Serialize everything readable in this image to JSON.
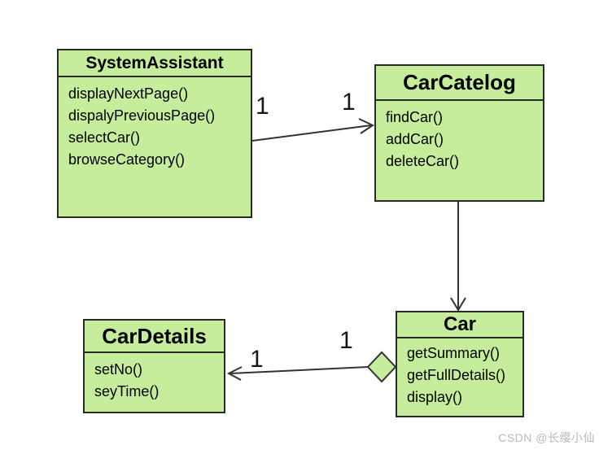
{
  "diagram": {
    "classes": {
      "system_assistant": {
        "title": "SystemAssistant",
        "methods": [
          "displayNextPage()",
          "dispalyPreviousPage()",
          "selectCar()",
          "browseCategory()"
        ]
      },
      "car_catelog": {
        "title": "CarCatelog",
        "methods": [
          "findCar()",
          "addCar()",
          "deleteCar()"
        ]
      },
      "car_details": {
        "title": "CarDetails",
        "methods": [
          "setNo()",
          "seyTime()"
        ]
      },
      "car": {
        "title": "Car",
        "methods": [
          "getSummary()",
          "getFullDetails()",
          "display()"
        ]
      }
    },
    "relations": {
      "system_assistant_to_car_catelog": {
        "type": "association",
        "source_multiplicity": "1",
        "target_multiplicity": "1"
      },
      "car_catelog_to_car": {
        "type": "association"
      },
      "car_to_car_details": {
        "type": "aggregation",
        "source_multiplicity": "1",
        "target_multiplicity": "1"
      }
    }
  },
  "watermark": "CSDN @长缨小仙",
  "colors": {
    "class_fill": "#c6ed9b",
    "class_border": "#2a2a2a",
    "connector": "#333333",
    "text": "#000000",
    "multiplicity": "#14191f",
    "watermark_text": "#b9b9b9"
  }
}
